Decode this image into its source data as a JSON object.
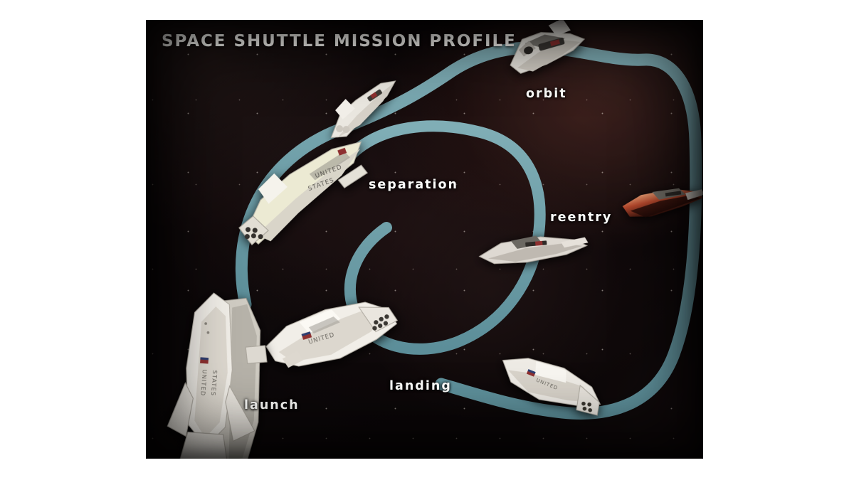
{
  "poster": {
    "title": "SPACE SHUTTLE MISSION PROFILE",
    "medium": "photograph",
    "background_color": "#0b0708",
    "path_color": "#6f9da7",
    "label_color": "#fdfdfb",
    "frame_color": "#ffffff"
  },
  "labels": {
    "orbit": "orbit",
    "separation": "separation",
    "reentry": "reentry",
    "landing": "landing",
    "launch": "launch"
  },
  "craft": {
    "orbit": {
      "name": "orbiter-in-orbit",
      "markings": "UNITED STATES"
    },
    "separation_orbiter": {
      "name": "orbiter-separating",
      "markings": "flag"
    },
    "separation_booster": {
      "name": "booster-stage",
      "markings": "UNITED STATES"
    },
    "reentry_glider": {
      "name": "orbiter-descending",
      "markings": "flag"
    },
    "reentry_hot": {
      "name": "orbiter-reentry-glow",
      "markings": "heat-glow"
    },
    "landing": {
      "name": "orbiter-landing",
      "markings": "UNITED STATES"
    },
    "approach": {
      "name": "orbiter-approach",
      "markings": "flag"
    },
    "launch_stack": {
      "name": "launch-vehicle-stack",
      "markings": "UNITED STATES"
    }
  }
}
